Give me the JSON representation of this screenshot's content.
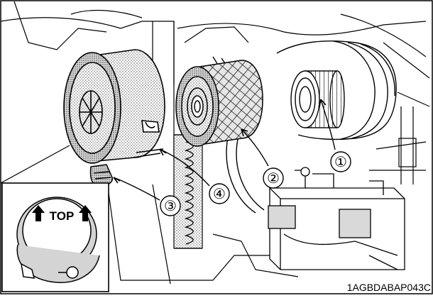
{
  "figure_code": "1AGBDABAP043C",
  "callouts": [
    {
      "number": "①"
    },
    {
      "number": "②"
    },
    {
      "number": "③"
    },
    {
      "number": "④"
    }
  ],
  "inset": {
    "label": "TOP"
  },
  "colors": {
    "line": "#000000",
    "paper": "#ffffff",
    "shade": "#bdbdbd"
  }
}
